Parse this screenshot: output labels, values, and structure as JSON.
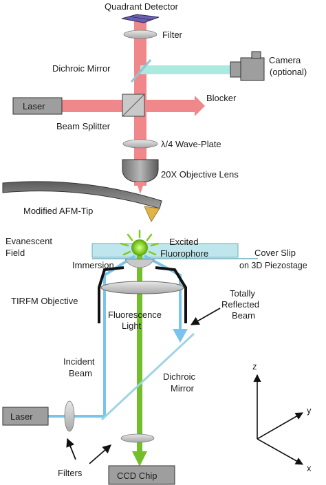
{
  "upper_setup": {
    "quadrant_detector": "Quadrant Detector",
    "filter": "Filter",
    "dichroic_mirror": "Dichroic Mirror",
    "camera_line1": "Camera",
    "camera_line2": "(optional)",
    "laser": "Laser",
    "blocker": "Blocker",
    "beam_splitter": "Beam Splitter",
    "wave_plate": "λ/4 Wave-Plate",
    "objective_lens": "20X Objective Lens",
    "afm_tip": "Modified AFM-Tip"
  },
  "lower_setup": {
    "evanescent_line1": "Evanescent",
    "evanescent_line2": "Field",
    "excited_line1": "Excited",
    "excited_line2": "Fluorophore",
    "cover_slip_line1": "Cover Slip",
    "cover_slip_line2": "on 3D Piezostage",
    "immersion": "Immersion",
    "tirfm_objective": "TIRFM Objective",
    "fluorescence_line1": "Fluorescence",
    "fluorescence_line2": "Light",
    "reflected_line1": "Totally",
    "reflected_line2": "Reflected",
    "reflected_line3": "Beam",
    "incident_line1": "Incident",
    "incident_line2": "Beam",
    "dichroic_line1": "Dichroic",
    "dichroic_line2": "Mirror",
    "laser": "Laser",
    "filters": "Filters",
    "ccd_chip": "CCD Chip"
  },
  "axes": {
    "z": "z",
    "y": "y",
    "x": "x"
  },
  "colors": {
    "red_beam": "#f0878a",
    "cyan_beam": "#aaeadf",
    "blue_beam": "#78c4ec",
    "green_beam": "#74be2a",
    "box_gray": "#9e9e9e",
    "detector_purple": "#6a5fb0",
    "tip_gold": "#e0b24a"
  }
}
